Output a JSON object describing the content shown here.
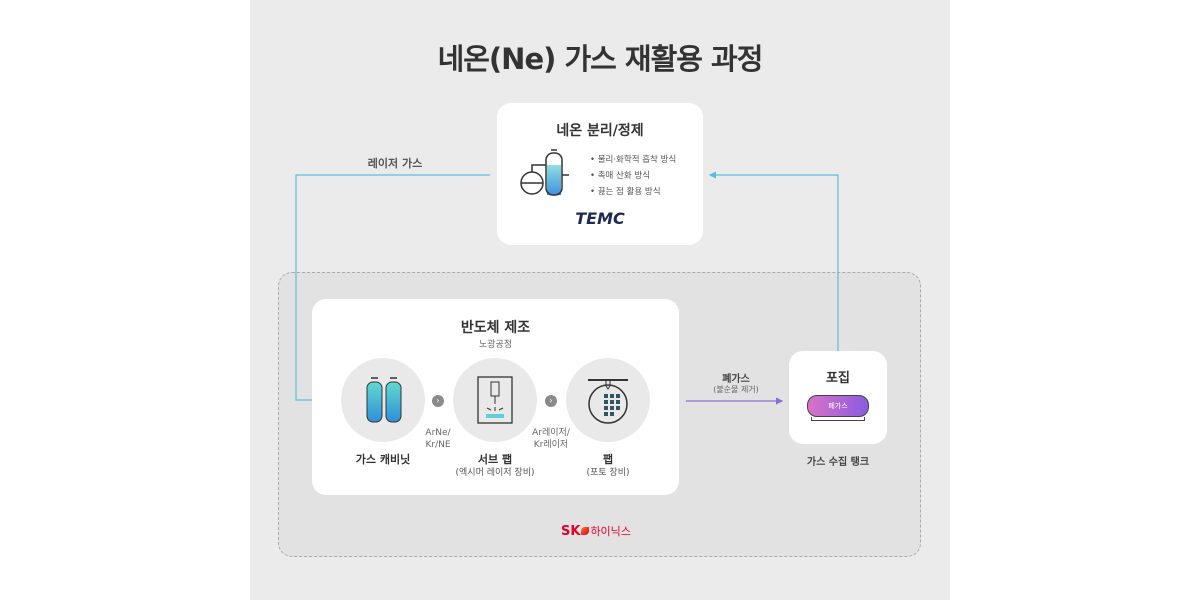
{
  "title": "네온(Ne) 가스 재활용 과정",
  "purification": {
    "title": "네온 분리/정제",
    "methods": [
      "물리·화학적 흡착 방식",
      "촉매 산화 방식",
      "끓는 점 활용 방식"
    ],
    "logo": "TEMC"
  },
  "laser_gas_label": "레이저 가스",
  "manufacturing": {
    "title": "반도체 제조",
    "subtitle": "노광공정",
    "steps": [
      {
        "name": "가스 캐비닛"
      },
      {
        "name": "서브 팹",
        "sub": "(엑시머 레이저 장비)"
      },
      {
        "name": "팹",
        "sub": "(포토 장비)"
      }
    ],
    "flow1": [
      "ArNe/",
      "Kr/NE"
    ],
    "flow2": [
      "Ar레이저/",
      "Kr레이저"
    ]
  },
  "waste": {
    "label": "폐가스",
    "sub": "(불순물 제거)"
  },
  "capture": {
    "title": "포집",
    "tank_label": "폐가스",
    "caption": "가스 수집 탱크"
  },
  "company": {
    "logo_sk": "SK",
    "logo_name": "하이닉스"
  },
  "colors": {
    "cyan": "#5bbfd6",
    "purple": "#8a6fd1"
  }
}
